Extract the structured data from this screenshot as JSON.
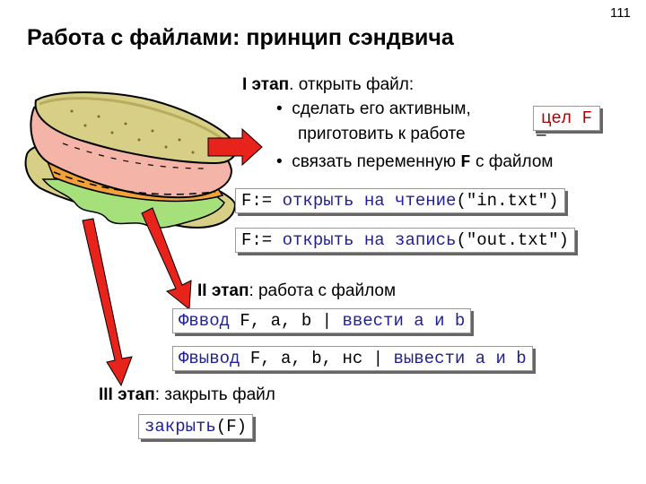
{
  "slide": {
    "number": "111",
    "title": "Работа с файлами: принцип сэндвича"
  },
  "stage1": {
    "heading_bold": "I этап",
    "heading_rest": ". открыть файл:",
    "bullet1_a": "сделать его активным,",
    "bullet1_b": "приготовить к работе",
    "bullet2_pre": "связать переменную ",
    "bullet2_var": "F",
    "bullet2_post": " с файлом",
    "decl_kw": "цел",
    "decl_var": "F",
    "decl_dash": "–",
    "open_read_pre": "F:=",
    "open_read_kw": "открыть на чтение",
    "open_read_arg": "(\"in.txt\")",
    "open_write_pre": "F:=",
    "open_write_kw": "открыть на запись",
    "open_write_arg": "(\"out.txt\")"
  },
  "stage2": {
    "heading_bold": "II этап",
    "heading_rest": ": работа с файлом",
    "input_line_kw": "Фввод",
    "input_line_args": " F, a, b ",
    "input_line_sep": "|",
    "input_line_comment": " ввести a и b",
    "output_line_kw": "Фвывод",
    "output_line_args": " F, a, b, нс ",
    "output_line_sep": "|",
    "output_line_comment": " вывести a и b"
  },
  "stage3": {
    "heading_bold": "III этап",
    "heading_rest": ": закрыть файл",
    "close_kw": "закрыть",
    "close_arg": "(F)"
  },
  "colors": {
    "arrow_red": "#e8231c",
    "keyword_blue": "#1f1f99",
    "decl_red": "#b20000",
    "bread": "#d8cf86",
    "ham": "#f4b4a8",
    "cheese": "#f2a13a",
    "lettuce": "#a6e07a"
  },
  "icons": {
    "illustration": "sandwich-illustration",
    "arrows": "red-arrow-icon"
  }
}
